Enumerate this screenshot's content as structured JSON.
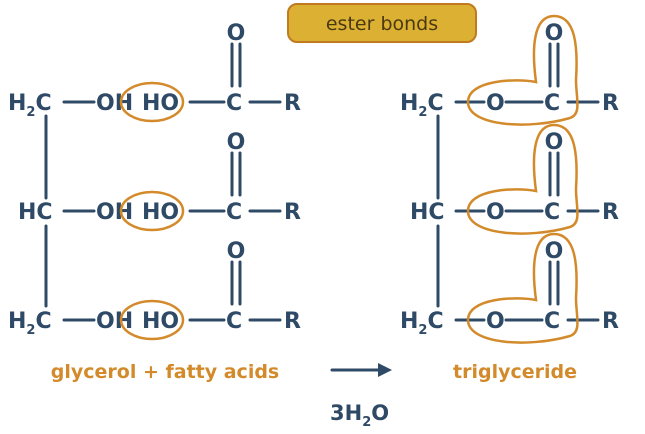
{
  "badge": {
    "label": "ester bonds",
    "fill": "#dcb033",
    "border": "#c07a1f"
  },
  "left_rows": [
    {
      "carbon": "H",
      "sub": "2",
      "carbon_tail": "C",
      "hydroxyl": "OH",
      "acid_ho": "HO",
      "acid_c": "C",
      "r": "R",
      "oxo": "O"
    },
    {
      "carbon": "HC",
      "sub": "",
      "carbon_tail": "",
      "hydroxyl": "OH",
      "acid_ho": "HO",
      "acid_c": "C",
      "r": "R",
      "oxo": "O"
    },
    {
      "carbon": "H",
      "sub": "2",
      "carbon_tail": "C",
      "hydroxyl": "OH",
      "acid_ho": "HO",
      "acid_c": "C",
      "r": "R",
      "oxo": "O"
    }
  ],
  "right_rows": [
    {
      "carbon": "H",
      "sub": "2",
      "carbon_tail": "C",
      "ester_o": "O",
      "acid_c": "C",
      "r": "R",
      "oxo": "O"
    },
    {
      "carbon": "HC",
      "sub": "",
      "carbon_tail": "",
      "ester_o": "O",
      "acid_c": "C",
      "r": "R",
      "oxo": "O"
    },
    {
      "carbon": "H",
      "sub": "2",
      "carbon_tail": "C",
      "ester_o": "O",
      "acid_c": "C",
      "r": "R",
      "oxo": "O"
    }
  ],
  "captions": {
    "left": "glycerol + fatty acids",
    "right": "triglyceride"
  },
  "water": {
    "coef": "3H",
    "sub": "2",
    "tail": "O"
  },
  "colors": {
    "structure": "#2f4a66",
    "highlight": "#d38a2a"
  }
}
